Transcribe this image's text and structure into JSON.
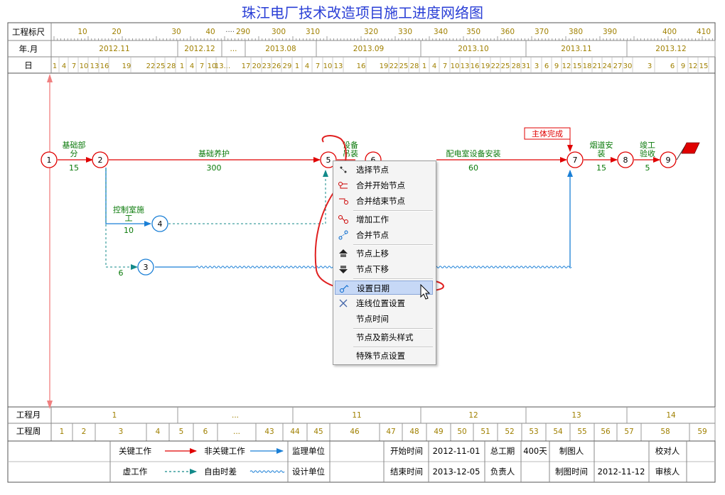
{
  "title": "珠江电厂技术改造项目施工进度网络图",
  "header": {
    "scale_label": "工程标尺",
    "scale_ticks": [
      "10",
      "20",
      "30",
      "40",
      "290",
      "300",
      "310",
      "320",
      "330",
      "340",
      "350",
      "360",
      "370",
      "380",
      "390",
      "400",
      "410"
    ],
    "month_label": "年.月",
    "months": [
      "2012.11",
      "2012.12",
      "...",
      "2013.08",
      "2013.09",
      "2013.10",
      "2013.11",
      "2013.12"
    ],
    "day_label": "日",
    "days_1": [
      "1",
      "4",
      "7",
      "10",
      "13",
      "16",
      "19",
      "22",
      "25",
      "28",
      "1",
      "4",
      "7",
      "10",
      "13..."
    ],
    "days_2": [
      "17",
      "20",
      "23",
      "26",
      "29",
      "1",
      "4",
      "7",
      "10",
      "13",
      "16",
      "19",
      "22",
      "25",
      "28",
      "1",
      "4",
      "7",
      "10",
      "13",
      "16",
      "19",
      "22",
      "25",
      "28",
      "31",
      "3",
      "6",
      "9",
      "12",
      "15",
      "18",
      "21",
      "24",
      "27",
      "30",
      "3",
      "6",
      "9",
      "12",
      "15"
    ]
  },
  "nodes": [
    {
      "id": "1",
      "label": "1",
      "critical": true
    },
    {
      "id": "2",
      "label": "2",
      "critical": true
    },
    {
      "id": "3",
      "label": "3",
      "critical": false
    },
    {
      "id": "4",
      "label": "4",
      "critical": false
    },
    {
      "id": "5",
      "label": "5",
      "critical": true
    },
    {
      "id": "6",
      "label": "6",
      "critical": true
    },
    {
      "id": "7",
      "label": "7",
      "critical": true
    },
    {
      "id": "8",
      "label": "8",
      "critical": true
    },
    {
      "id": "9",
      "label": "9",
      "critical": true
    }
  ],
  "activities": [
    {
      "name_lines": [
        "基础部",
        "分"
      ],
      "duration": "15"
    },
    {
      "name_lines": [
        "基础养护"
      ],
      "duration": "300"
    },
    {
      "name_lines": [
        "设备",
        "吊装"
      ],
      "duration": ""
    },
    {
      "name_lines": [
        "配电室设备安装"
      ],
      "duration": "60"
    },
    {
      "name_lines": [
        "烟道安",
        "装"
      ],
      "duration": "15"
    },
    {
      "name_lines": [
        "竣工",
        "验收"
      ],
      "duration": "5"
    },
    {
      "name_lines": [
        "控制室施",
        "工"
      ],
      "duration": "10"
    },
    {
      "name_lines": [],
      "duration": "6"
    }
  ],
  "milestone": "主体完成",
  "context_menu": {
    "items": [
      "选择节点",
      "合并开始节点",
      "合并结束节点",
      "增加工作",
      "合并节点",
      "节点上移",
      "节点下移",
      "设置日期",
      "连线位置设置",
      "节点时间",
      "节点及箭头样式",
      "特殊节点设置"
    ],
    "highlighted": "设置日期"
  },
  "footer": {
    "month_row_label": "工程月",
    "months": [
      "1",
      "...",
      "11",
      "12",
      "13",
      "14"
    ],
    "week_row_label": "工程周",
    "weeks": [
      "1",
      "2",
      "3",
      "4",
      "5",
      "6",
      "...",
      "43",
      "44",
      "45",
      "46",
      "47",
      "48",
      "49",
      "50",
      "51",
      "52",
      "53",
      "54",
      "55",
      "56",
      "57",
      "58",
      "59"
    ]
  },
  "legend": {
    "critical": "关键工作",
    "noncritical": "非关键工作",
    "dummy": "虚工作",
    "float": "自由时差",
    "supervisor_label": "监理单位",
    "design_label": "设计单位",
    "start_label": "开始时间",
    "start_value": "2012-11-01",
    "end_label": "结束时间",
    "end_value": "2013-12-05",
    "total_label": "总工期",
    "total_value": "400天",
    "owner_label": "负责人",
    "drafter_label": "制图人",
    "drafted_label": "制图时间",
    "drafted_value": "2012-11-12",
    "checker_label": "校对人",
    "reviewer_label": "审核人"
  },
  "colors": {
    "critical": "#e00000",
    "noncritical": "#1a7fd6",
    "header_text": "#a08000",
    "label_green": "#0a7a0a",
    "annotation": "#e00000"
  }
}
